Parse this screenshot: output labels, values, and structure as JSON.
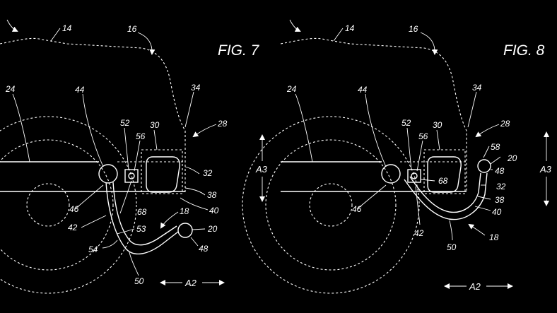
{
  "figures": [
    {
      "title": "FIG. 7",
      "refs": {
        "r14": "14",
        "r16": "16",
        "r24": "24",
        "r44": "44",
        "r34": "34",
        "r52": "52",
        "r56": "56",
        "r30": "30",
        "r28": "28",
        "r32": "32",
        "r38": "38",
        "r40": "40",
        "r46": "46",
        "r68": "68",
        "r18": "18",
        "r20": "20",
        "r42": "42",
        "r53": "53",
        "r48": "48",
        "r54": "54",
        "r50": "50"
      },
      "axis_label": "A2"
    },
    {
      "title": "FIG. 8",
      "refs": {
        "r14": "14",
        "r16": "16",
        "r24": "24",
        "r44": "44",
        "r34": "34",
        "r52": "52",
        "r56": "56",
        "r30": "30",
        "r28": "28",
        "r58": "58",
        "r20": "20",
        "r48": "48",
        "r68": "68",
        "r32": "32",
        "r38": "38",
        "r46": "46",
        "r40": "40",
        "r42": "42",
        "r18": "18",
        "r50": "50"
      },
      "axis_label_horizontal": "A2",
      "axis_label_left": "A3",
      "axis_label_right": "A3"
    }
  ]
}
